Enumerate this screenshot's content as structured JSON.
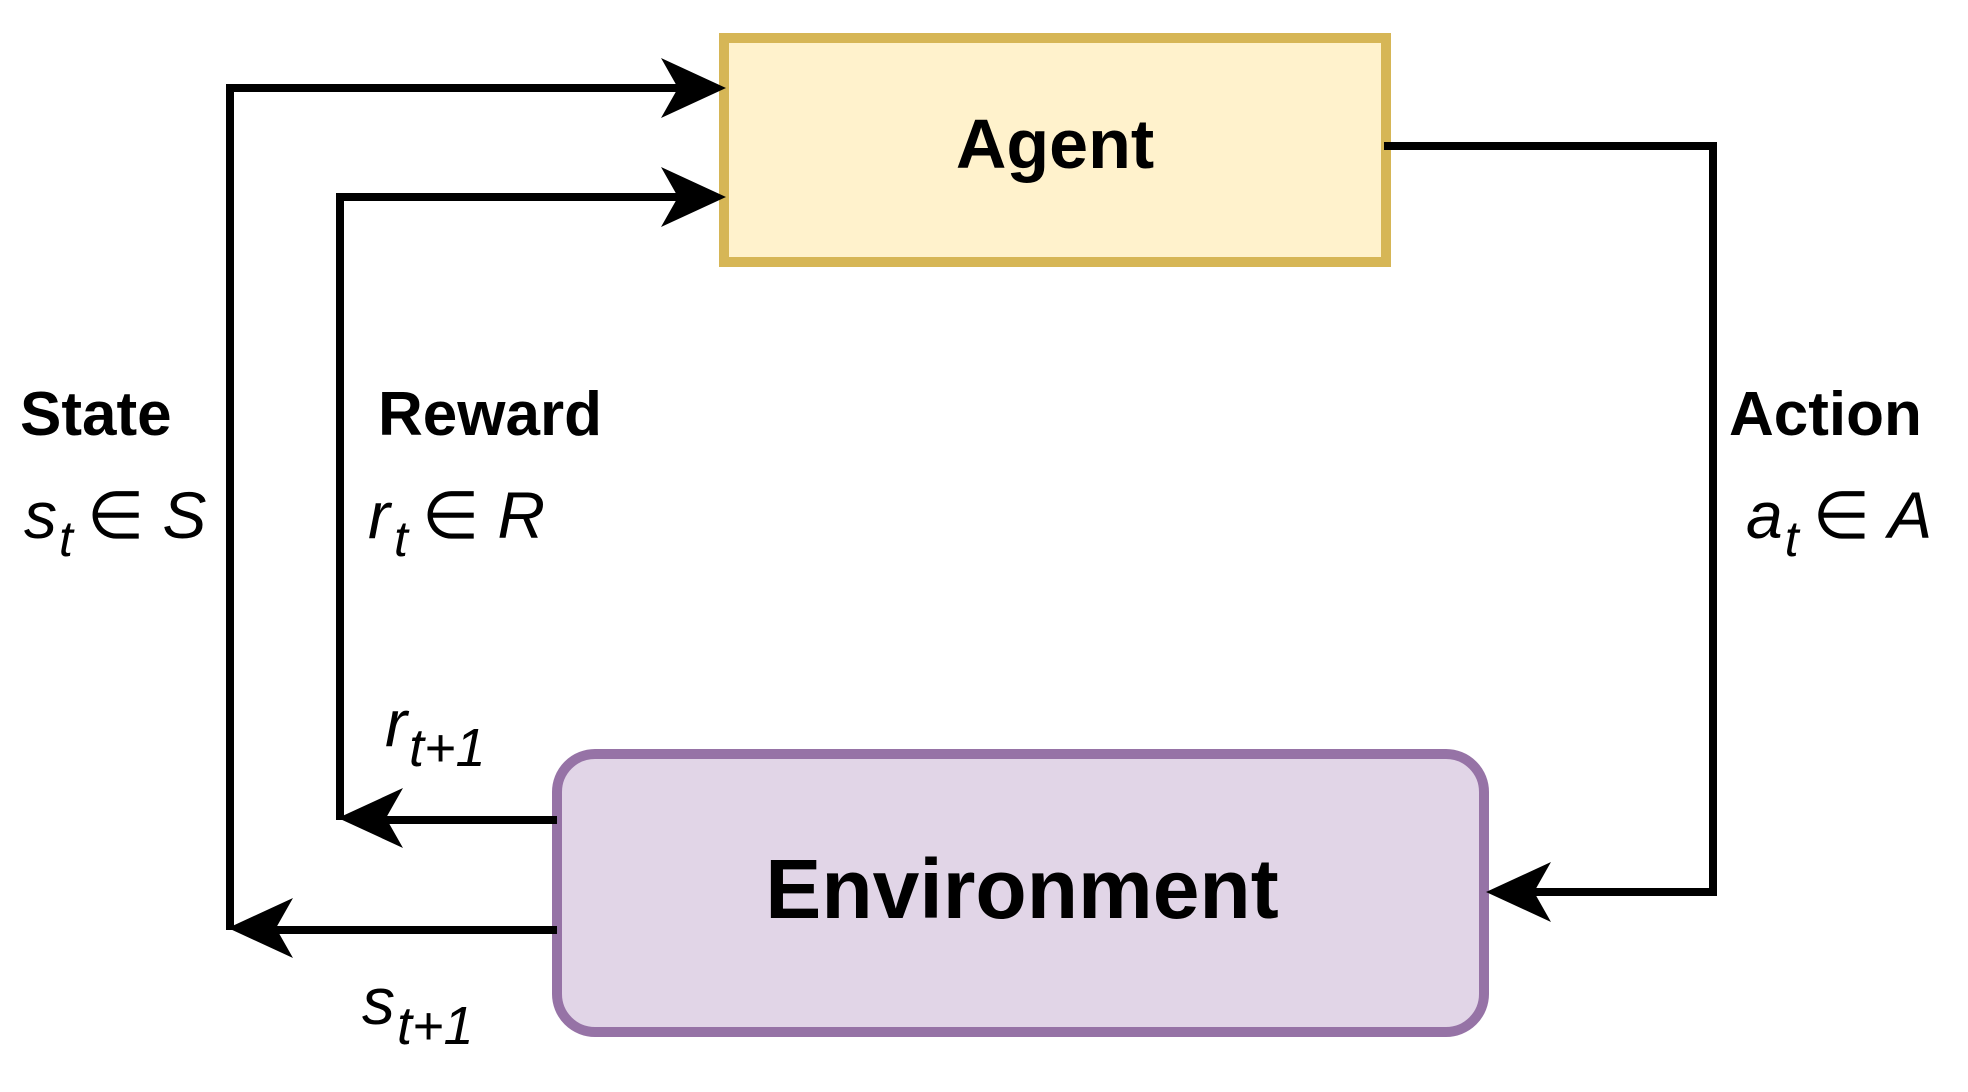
{
  "nodes": {
    "agent": {
      "label": "Agent",
      "fill": "#FFF2CC",
      "stroke": "#D6B656"
    },
    "environment": {
      "label": "Environment",
      "fill": "#E1D5E7",
      "stroke": "#9673A6"
    }
  },
  "edges": {
    "state": {
      "title": "State",
      "var": "s",
      "sub": "t",
      "member": "∈",
      "set": "S",
      "next_var": "s",
      "next_sub": "t+1"
    },
    "reward": {
      "title": "Reward",
      "var": "r",
      "sub": "t",
      "member": "∈",
      "set": "R",
      "next_var": "r",
      "next_sub": "t+1"
    },
    "action": {
      "title": "Action",
      "var": "a",
      "sub": "t",
      "member": "∈",
      "set": "A"
    }
  },
  "colors": {
    "line": "#000000"
  }
}
